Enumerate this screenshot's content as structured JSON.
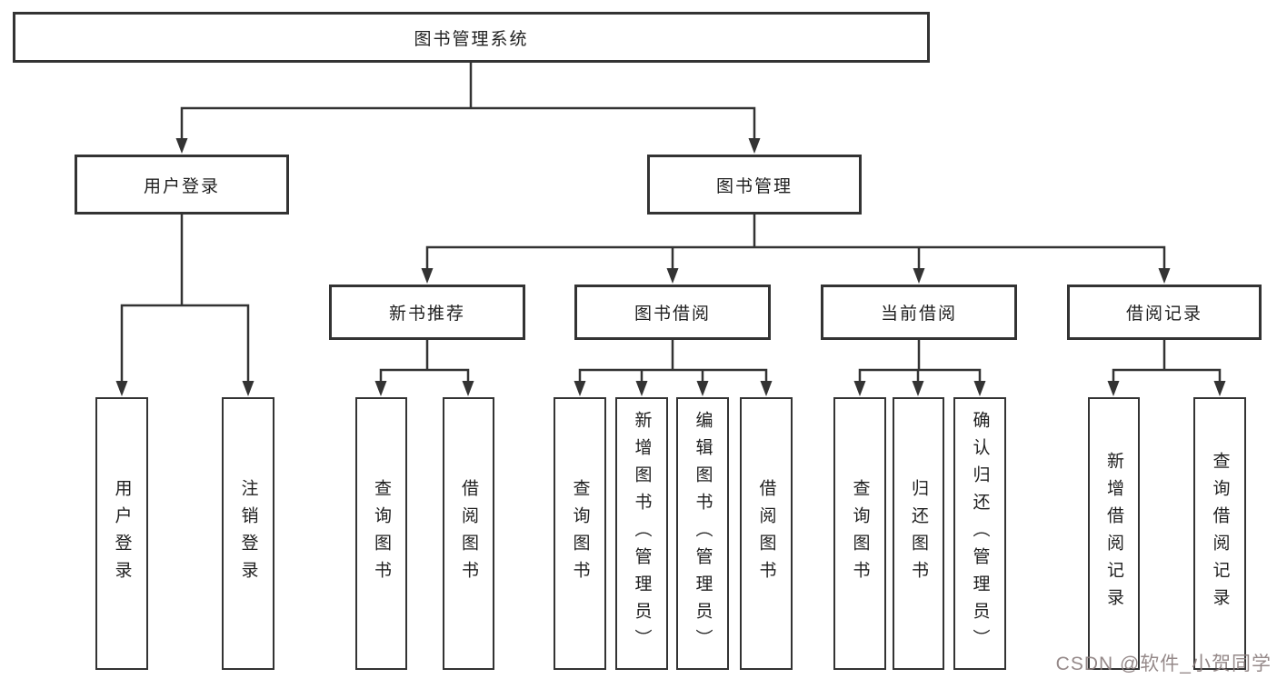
{
  "diagram": {
    "root": {
      "label": "图书管理系统"
    },
    "branches": [
      {
        "label": "用户登录"
      },
      {
        "label": "图书管理"
      }
    ],
    "modules": [
      {
        "label": "新书推荐"
      },
      {
        "label": "图书借阅"
      },
      {
        "label": "当前借阅"
      },
      {
        "label": "借阅记录"
      }
    ],
    "leaves": [
      {
        "label": "用户登录"
      },
      {
        "label": "注销登录"
      },
      {
        "label": "查询图书"
      },
      {
        "label": "借阅图书"
      },
      {
        "label": "查询图书"
      },
      {
        "label": "新增图书（管理员）"
      },
      {
        "label": "编辑图书（管理员）"
      },
      {
        "label": "借阅图书"
      },
      {
        "label": "查询图书"
      },
      {
        "label": "归还图书"
      },
      {
        "label": "确认归还（管理员）"
      },
      {
        "label": "新增借阅记录"
      },
      {
        "label": "查询借阅记录"
      }
    ],
    "watermark": "CSDN @软件_小贺同学",
    "colors": {
      "line": "#333333",
      "border": "#333333",
      "fill": "#ffffff",
      "text": "#1f1f1f",
      "watermark": "#8a7d7d"
    }
  }
}
